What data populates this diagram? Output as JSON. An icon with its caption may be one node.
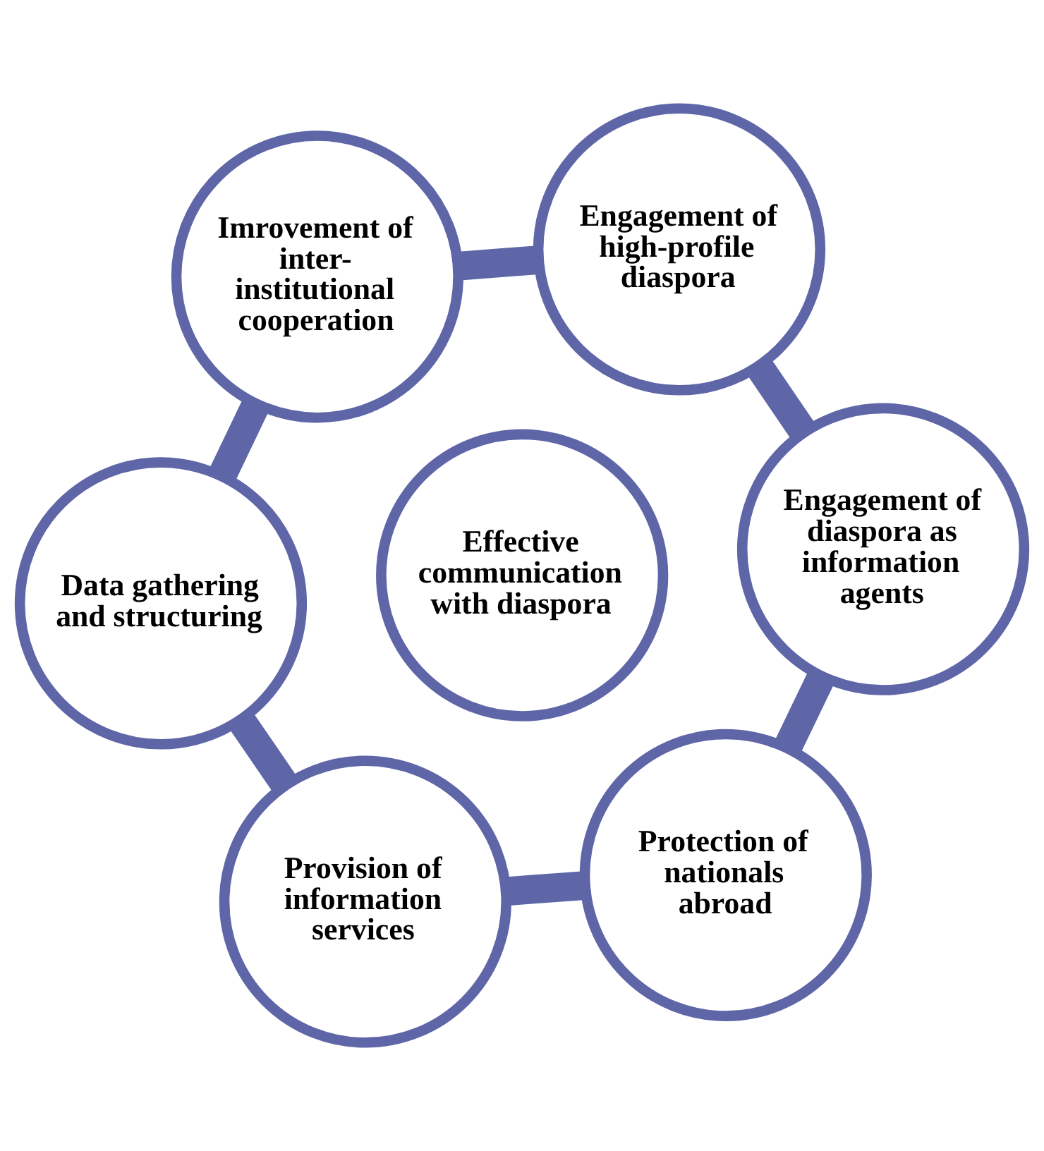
{
  "diagram": {
    "nodes": [
      {
        "text": [
          "Data gathering and structuring"
        ]
      },
      {
        "text": [
          "Provision of information services"
        ]
      },
      {
        "text": [
          "Protection of nationals abroad"
        ]
      },
      {
        "text": [
          "Engagement of diaspora as information agents"
        ]
      },
      {
        "text": [
          "Engagement of high-profile diaspora"
        ]
      },
      {
        "text": [
          "Imrovement of inter-institutional cooperation"
        ]
      },
      {
        "text": [
          "Effective communication with diaspora"
        ]
      }
    ],
    "edges": [
      {
        "from": 0,
        "to": 1,
        "arrow": "none"
      },
      {
        "from": 1,
        "to": 2,
        "arrow": "none"
      },
      {
        "from": 2,
        "to": 3,
        "arrow": "none"
      },
      {
        "from": 3,
        "to": 4,
        "arrow": "none"
      },
      {
        "from": 4,
        "to": 5,
        "arrow": "none"
      },
      {
        "from": 5,
        "to": 0,
        "arrow": "none"
      }
    ]
  }
}
